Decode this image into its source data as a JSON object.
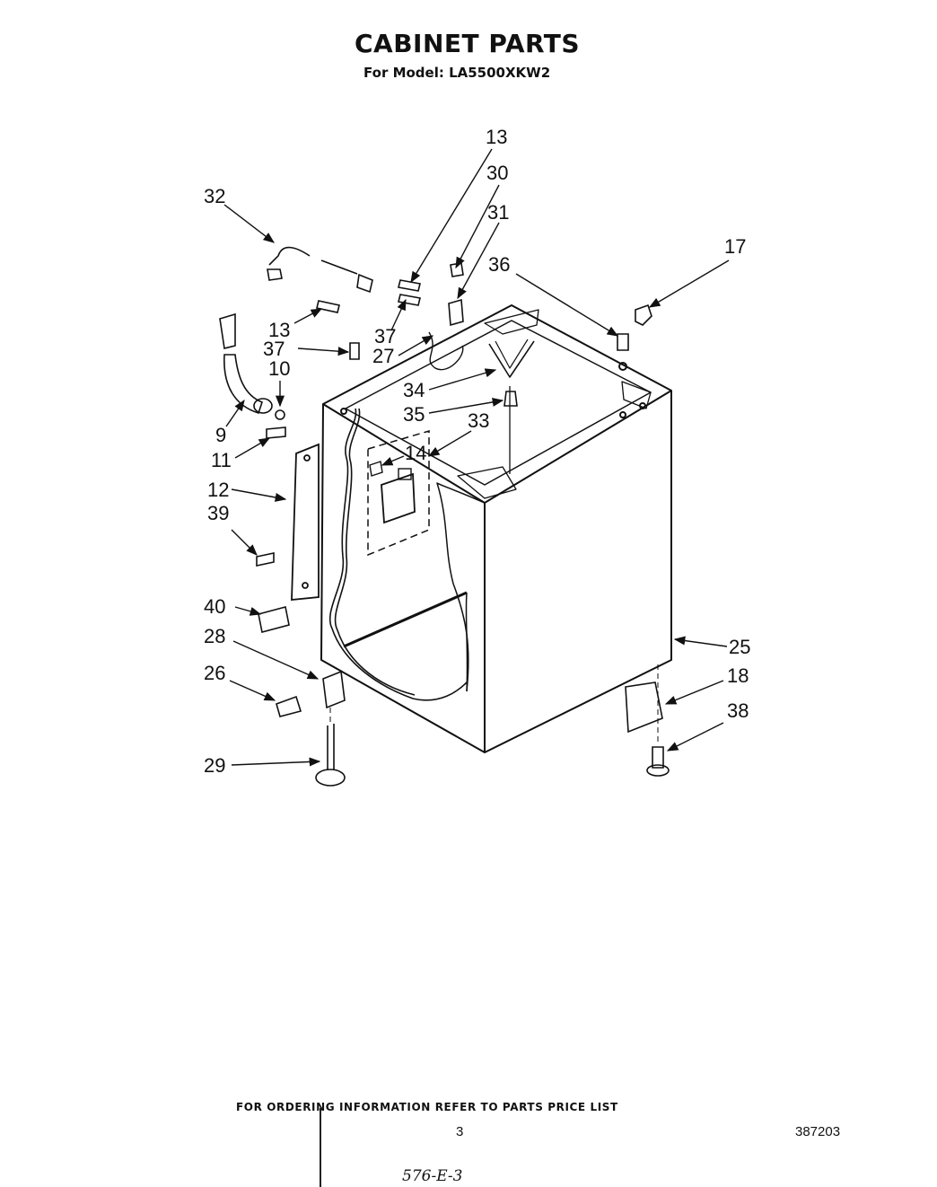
{
  "header": {
    "title": "CABINET PARTS",
    "subtitle": "For Model: LA5500XKW2"
  },
  "callouts": [
    "13",
    "30",
    "31",
    "32",
    "17",
    "36",
    "13",
    "37",
    "37",
    "27",
    "10",
    "34",
    "35",
    "9",
    "33",
    "11",
    "14",
    "12",
    "39",
    "40",
    "25",
    "28",
    "18",
    "26",
    "38",
    "29"
  ],
  "footer": {
    "ordering_note": "FOR ORDERING INFORMATION REFER TO PARTS PRICE LIST",
    "page_number": "3",
    "document_number": "387203",
    "handwritten_note": "576-E-3"
  }
}
